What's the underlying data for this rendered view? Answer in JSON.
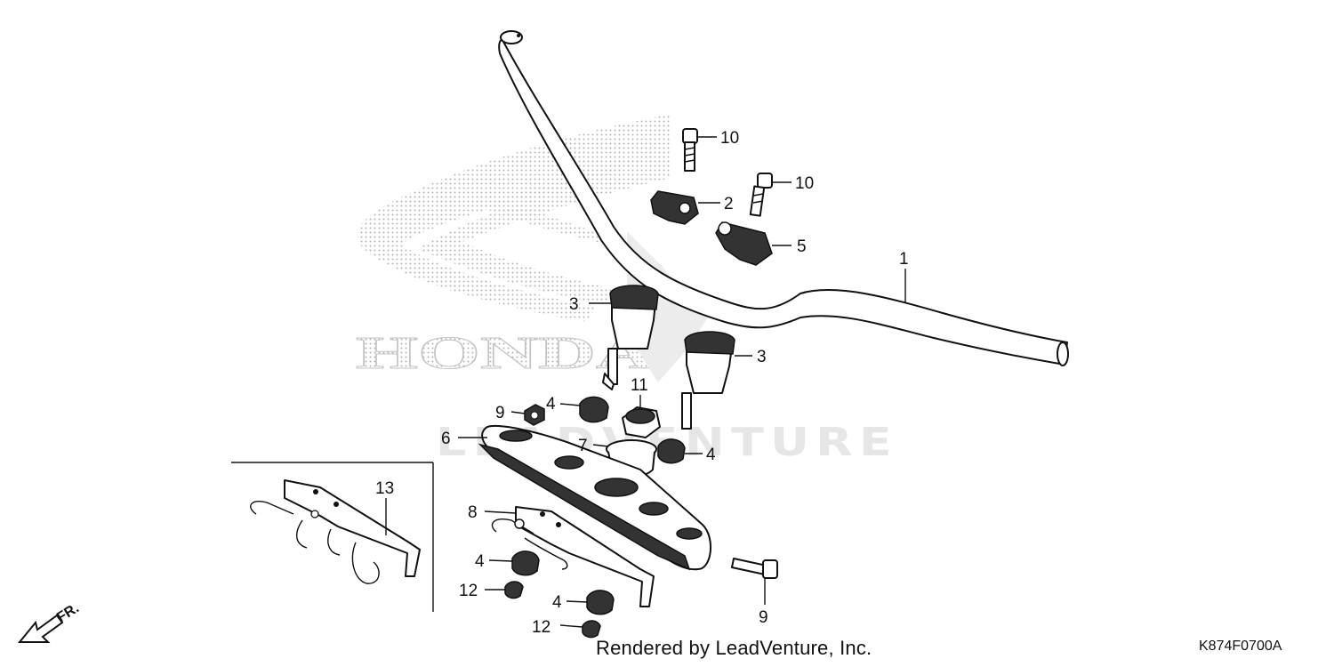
{
  "diagram": {
    "credit": "Rendered by LeadVenture, Inc.",
    "code": "K874F0700A",
    "watermark_brand": "HONDA",
    "watermark_dealer": "LEADVENTURE",
    "direction_label": "FR.",
    "callouts": [
      {
        "id": "c10a",
        "label": "10"
      },
      {
        "id": "c10b",
        "label": "10"
      },
      {
        "id": "c2",
        "label": "2"
      },
      {
        "id": "c5",
        "label": "5"
      },
      {
        "id": "c1",
        "label": "1"
      },
      {
        "id": "c3a",
        "label": "3"
      },
      {
        "id": "c3b",
        "label": "3"
      },
      {
        "id": "c11",
        "label": "11"
      },
      {
        "id": "c9a",
        "label": "9"
      },
      {
        "id": "c4a",
        "label": "4"
      },
      {
        "id": "c6",
        "label": "6"
      },
      {
        "id": "c7",
        "label": "7"
      },
      {
        "id": "c4b",
        "label": "4"
      },
      {
        "id": "c13",
        "label": "13"
      },
      {
        "id": "c8",
        "label": "8"
      },
      {
        "id": "c4c",
        "label": "4"
      },
      {
        "id": "c12a",
        "label": "12"
      },
      {
        "id": "c4d",
        "label": "4"
      },
      {
        "id": "c12b",
        "label": "12"
      },
      {
        "id": "c9b",
        "label": "9"
      }
    ]
  }
}
